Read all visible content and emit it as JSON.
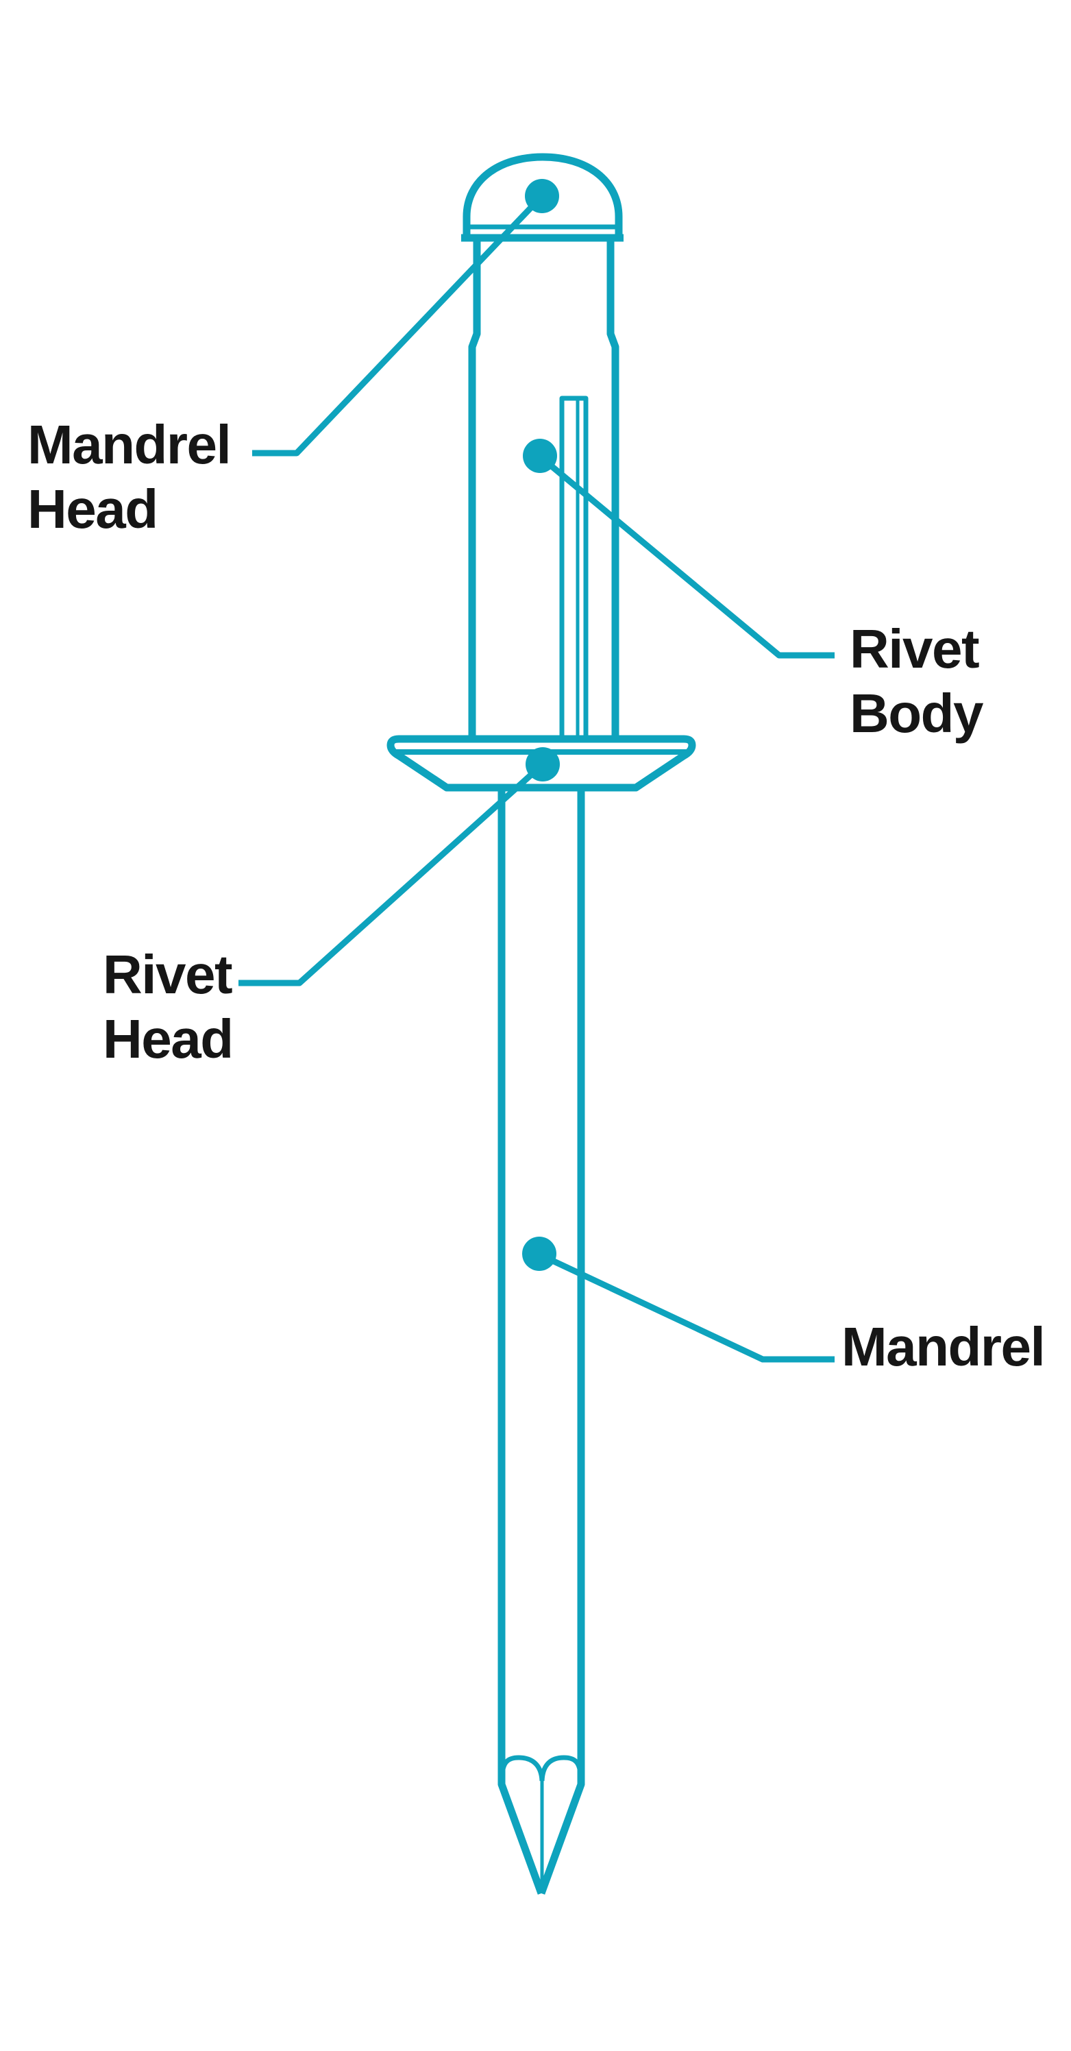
{
  "colors": {
    "line": "#0ea3bd",
    "text": "#161616",
    "background": "#ffffff"
  },
  "labels": {
    "mandrel_head": {
      "line1": "Mandrel",
      "line2": "Head"
    },
    "rivet_body": {
      "line1": "Rivet",
      "line2": "Body"
    },
    "rivet_head": {
      "line1": "Rivet",
      "line2": "Head"
    },
    "mandrel": {
      "line1": "Mandrel"
    }
  },
  "icons": {
    "marker_dot": "filled-circle-marker"
  }
}
